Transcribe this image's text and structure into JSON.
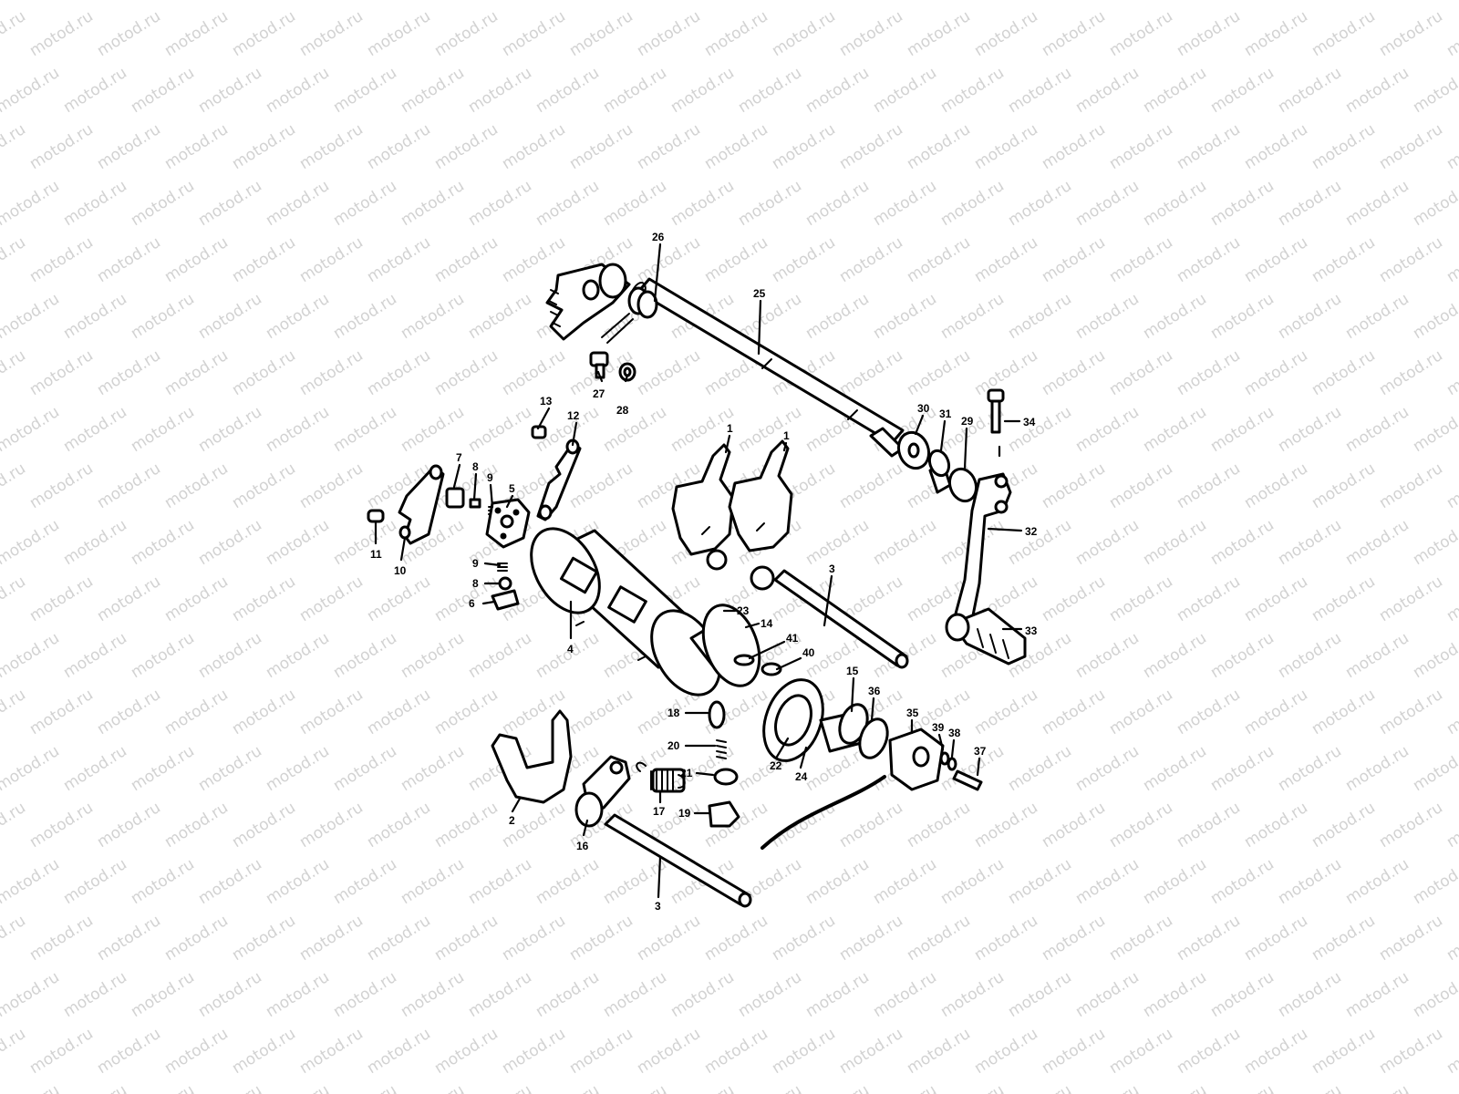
{
  "watermark": {
    "text": "motod.ru"
  },
  "labels": [
    {
      "id": "l26a",
      "text": "26"
    },
    {
      "id": "l25",
      "text": "25"
    },
    {
      "id": "l27",
      "text": "27"
    },
    {
      "id": "l28",
      "text": "28"
    },
    {
      "id": "l13",
      "text": "13"
    },
    {
      "id": "l12",
      "text": "12"
    },
    {
      "id": "l7",
      "text": "7"
    },
    {
      "id": "l8a",
      "text": "8"
    },
    {
      "id": "l9a",
      "text": "9"
    },
    {
      "id": "l5",
      "text": "5"
    },
    {
      "id": "l11",
      "text": "11"
    },
    {
      "id": "l10",
      "text": "10"
    },
    {
      "id": "l9b",
      "text": "9"
    },
    {
      "id": "l8b",
      "text": "8"
    },
    {
      "id": "l6",
      "text": "6"
    },
    {
      "id": "l4",
      "text": "4"
    },
    {
      "id": "l1a",
      "text": "1"
    },
    {
      "id": "l1b",
      "text": "1"
    },
    {
      "id": "l3a",
      "text": "3"
    },
    {
      "id": "l23",
      "text": "23"
    },
    {
      "id": "l14",
      "text": "14"
    },
    {
      "id": "l41",
      "text": "41"
    },
    {
      "id": "l40",
      "text": "40"
    },
    {
      "id": "l30",
      "text": "30"
    },
    {
      "id": "l31",
      "text": "31"
    },
    {
      "id": "l29",
      "text": "29"
    },
    {
      "id": "l34",
      "text": "34"
    },
    {
      "id": "l32",
      "text": "32"
    },
    {
      "id": "l33",
      "text": "33"
    },
    {
      "id": "l15",
      "text": "15"
    },
    {
      "id": "l36",
      "text": "36"
    },
    {
      "id": "l35",
      "text": "35"
    },
    {
      "id": "l39",
      "text": "39"
    },
    {
      "id": "l38",
      "text": "38"
    },
    {
      "id": "l37",
      "text": "37"
    },
    {
      "id": "l18",
      "text": "18"
    },
    {
      "id": "l20",
      "text": "20"
    },
    {
      "id": "l22",
      "text": "22"
    },
    {
      "id": "l24",
      "text": "24"
    },
    {
      "id": "l21",
      "text": "21"
    },
    {
      "id": "l17",
      "text": "17"
    },
    {
      "id": "l19",
      "text": "19"
    },
    {
      "id": "l2",
      "text": "2"
    },
    {
      "id": "l16",
      "text": "16"
    },
    {
      "id": "l3b",
      "text": "3"
    }
  ]
}
